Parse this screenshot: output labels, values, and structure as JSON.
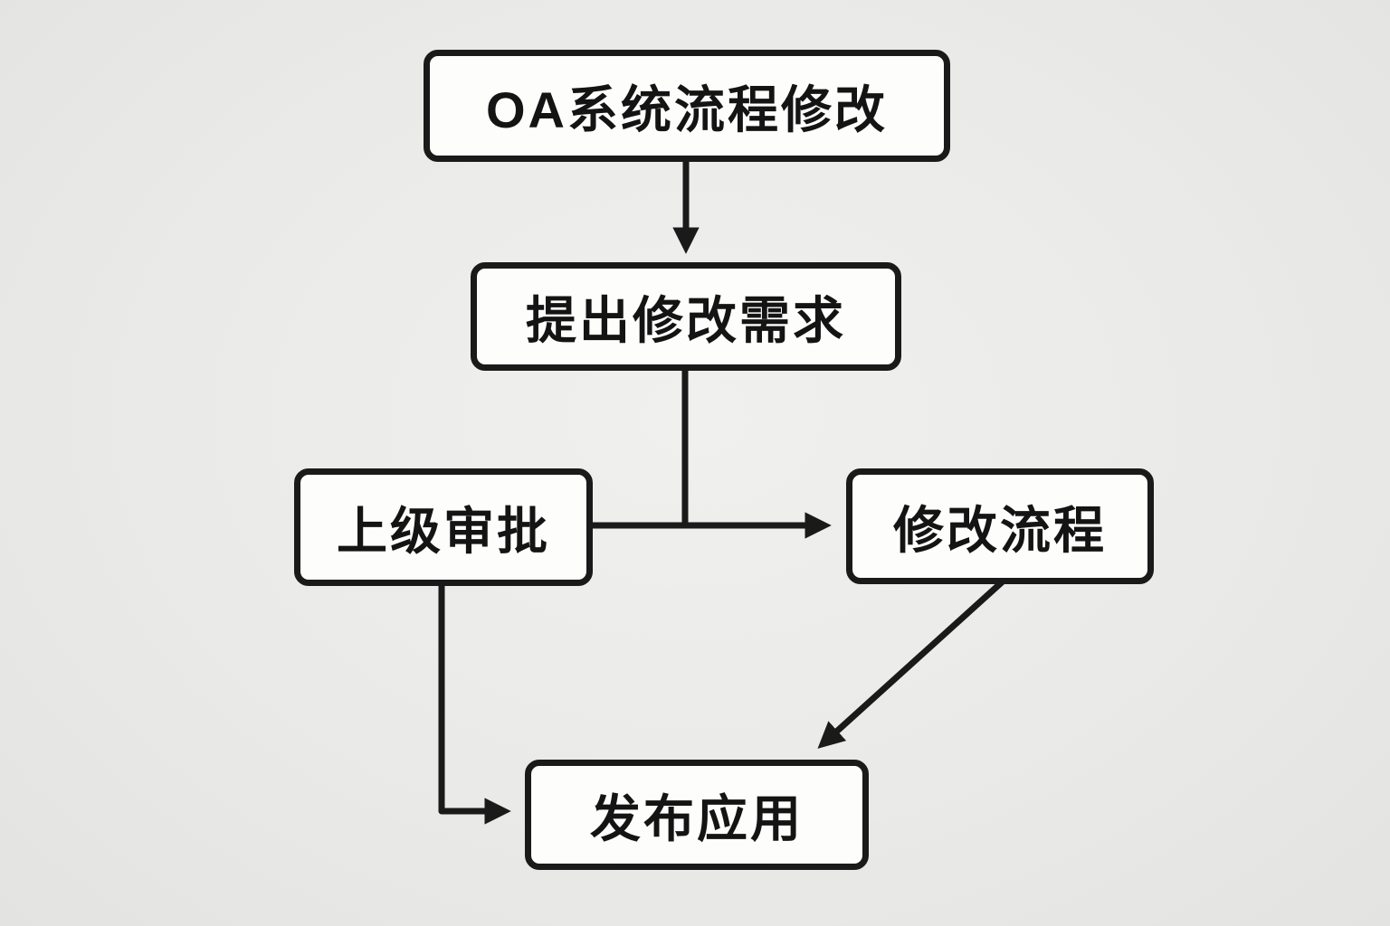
{
  "diagram": {
    "type": "flowchart",
    "nodes": {
      "oa": {
        "label": "OA系统流程修改"
      },
      "propose": {
        "label": "提出修改需求"
      },
      "approve": {
        "label": "上级审批"
      },
      "modify": {
        "label": "修改流程"
      },
      "publish": {
        "label": "发布应用"
      }
    },
    "edges": [
      {
        "from": "OA系统流程修改",
        "to": "提出修改需求"
      },
      {
        "from": "提出修改需求",
        "to": "修改流程"
      },
      {
        "from": "上级审批",
        "to": "修改流程"
      },
      {
        "from": "上级审批",
        "to": "发布应用"
      },
      {
        "from": "修改流程",
        "to": "发布应用"
      }
    ],
    "colors": {
      "background": "#eaeae8",
      "node_fill": "#fdfdfc",
      "stroke": "#1a1a1a",
      "text": "#141414"
    }
  }
}
